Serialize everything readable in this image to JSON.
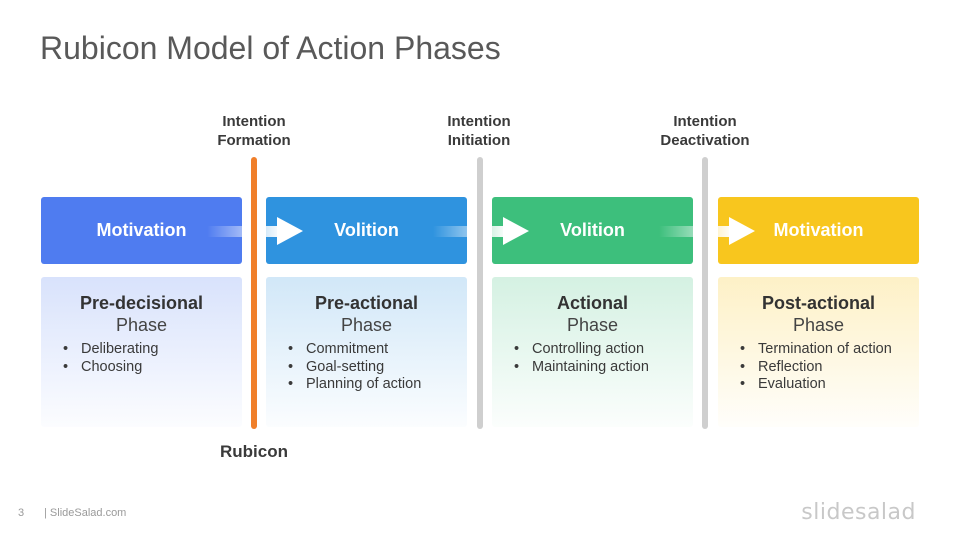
{
  "slide": {
    "title": "Rubicon Model of Action Phases",
    "page_number": "3",
    "footer_text": "| SlideSalad.com",
    "logo_text": "slidesalad"
  },
  "dividers": [
    {
      "line1": "Intention",
      "line2": "Formation",
      "color": "#f07f2a"
    },
    {
      "line1": "Intention",
      "line2": "Initiation",
      "color": "#cfcfcf"
    },
    {
      "line1": "Intention",
      "line2": "Deactivation",
      "color": "#cfcfcf"
    }
  ],
  "rubicon_label": "Rubicon",
  "columns": [
    {
      "header": "Motivation",
      "color": "#4f7cf0",
      "phase_name": "Pre-decisional",
      "phase_word": "Phase",
      "bullets": [
        "Deliberating",
        "Choosing"
      ]
    },
    {
      "header": "Volition",
      "color": "#2f93df",
      "phase_name": "Pre-actional",
      "phase_word": "Phase",
      "bullets": [
        "Commitment",
        "Goal-setting",
        "Planning of action"
      ]
    },
    {
      "header": "Volition",
      "color": "#3dbf7c",
      "phase_name": "Actional",
      "phase_word": "Phase",
      "bullets": [
        "Controlling action",
        "Maintaining action"
      ]
    },
    {
      "header": "Motivation",
      "color": "#f8c61e",
      "phase_name": "Post-actional",
      "phase_word": "Phase",
      "bullets": [
        "Termination of action",
        "Reflection",
        "Evaluation"
      ]
    }
  ]
}
